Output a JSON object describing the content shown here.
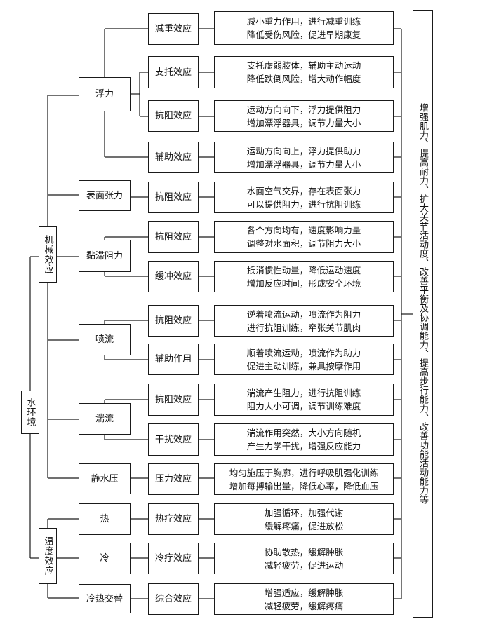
{
  "root": "水环境",
  "groups": {
    "mech": "机械效应",
    "temp": "温度效应"
  },
  "factors": {
    "buoyancy": "浮力",
    "surface_tension": "表面张力",
    "viscous": "黏滞阻力",
    "jet": "喷流",
    "turbulence": "湍流",
    "hydrostatic": "静水压",
    "heat": "热",
    "cold": "冷",
    "contrast": "冷热交替"
  },
  "rows": [
    {
      "effect": "减重效应",
      "desc": [
        "减小重力作用，进行减重训练",
        "降低受伤风险，促进早期康复"
      ]
    },
    {
      "effect": "支托效应",
      "desc": [
        "支托虚弱肢体，辅助主动运动",
        "降低跌倒风险，增大动作幅度"
      ]
    },
    {
      "effect": "抗阻效应",
      "desc": [
        "运动方向向下，浮力提供阻力",
        "增加漂浮器具，调节力量大小"
      ]
    },
    {
      "effect": "辅助效应",
      "desc": [
        "运动方向向上，浮力提供助力",
        "增加漂浮器具，调节力量大小"
      ]
    },
    {
      "effect": "抗阻效应",
      "desc": [
        "水面空气交界，存在表面张力",
        "可以提供阻力，进行抗阻训练"
      ]
    },
    {
      "effect": "抗阻效应",
      "desc": [
        "各个方向均有，速度影响力量",
        "调整对水面积，调节阻力大小"
      ]
    },
    {
      "effect": "缓冲效应",
      "desc": [
        "抵消惯性动量，降低运动速度",
        "增加反应时间，形成安全环境"
      ]
    },
    {
      "effect": "抗阻效应",
      "desc": [
        "逆着喷流运动，喷流作为阻力",
        "进行抗阻训练，牵张关节肌肉"
      ]
    },
    {
      "effect": "辅助作用",
      "desc": [
        "顺着喷流运动，喷流作为助力",
        "促进主动训练，兼具按摩作用"
      ]
    },
    {
      "effect": "抗阻效应",
      "desc": [
        "湍流产生阻力，进行抗阻训练",
        "阻力大小可调，调节训练难度"
      ]
    },
    {
      "effect": "干扰效应",
      "desc": [
        "湍流作用突然，大小方向随机",
        "产生力学干扰，增强反应能力"
      ]
    },
    {
      "effect": "压力效应",
      "desc": [
        "均匀施压于胸廓，进行呼吸肌强化训练",
        "增加每搏输出量，降低心率，降低血压"
      ]
    },
    {
      "effect": "热疗效应",
      "desc": [
        "加强循环，加强代谢",
        "缓解疼痛，促进放松"
      ]
    },
    {
      "effect": "冷疗效应",
      "desc": [
        "协助散热，缓解肿胀",
        "减轻疲劳，促进运动"
      ]
    },
    {
      "effect": "综合效应",
      "desc": [
        "增强适应，缓解肿胀",
        "减轻疲劳，缓解疼痛"
      ]
    }
  ],
  "outcome": "增强肌力、提高耐力、扩大关节活动度、改善平衡及协调能力、提高步行能力、改善功能活动能力等"
}
